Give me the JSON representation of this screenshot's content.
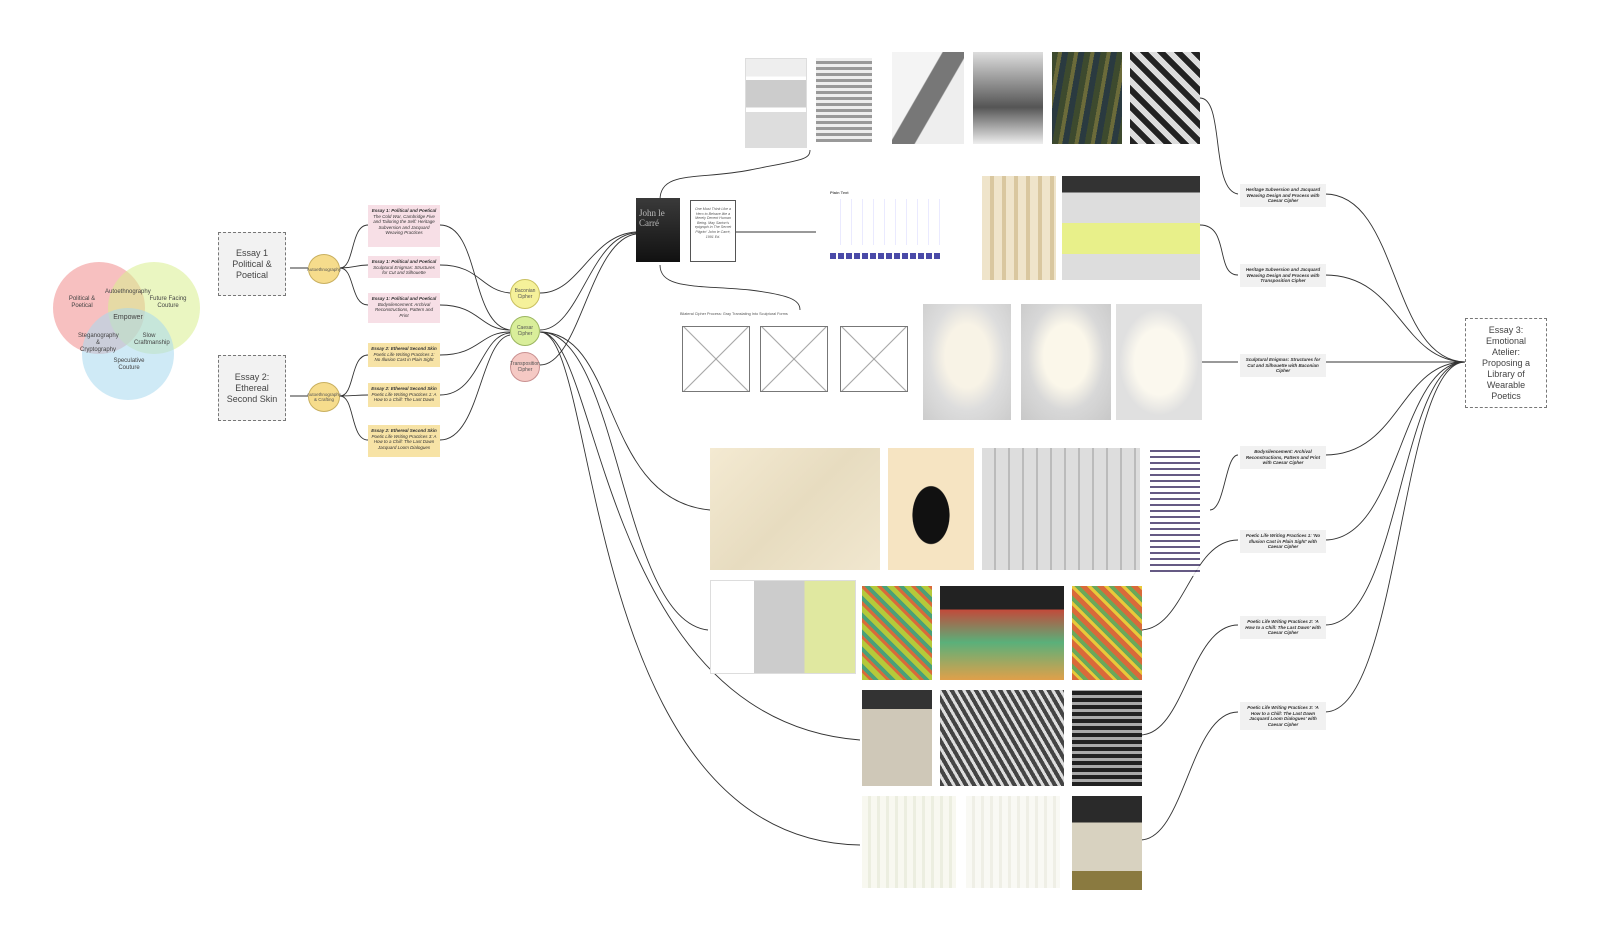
{
  "venn": {
    "political": "Political & Poetical",
    "future": "Future Facing Couture",
    "speculative": "Speculative Couture",
    "autoethnography": "Autoethnography",
    "steganography": "Steganography & Cryptography",
    "slow": "Slow Craftmanship",
    "empower": "Empower"
  },
  "essays_left": [
    {
      "label": "Essay 1 Political & Poetical"
    },
    {
      "label": "Essay 2: Ethereal Second Skin"
    }
  ],
  "method_nodes": [
    "Autoethnography",
    "Autoethnography & Crafting"
  ],
  "essay1_notes": [
    {
      "title": "Essay 1: Political and Poetical",
      "body": "The Cold War, Cambridge Five and Tailoring the Self: Heritage Subversion and Jacquard Weaving Practices"
    },
    {
      "title": "Essay 1: Political and Poetical",
      "body": "Sculptural Enigmas: Structures for Cut and Silhouette"
    },
    {
      "title": "Essay 1: Political and Poetical",
      "body": "Bodysilencement: Archival Reconstructions, Pattern and Print"
    }
  ],
  "essay2_notes": [
    {
      "title": "Essay 2: Ethereal Second Skin",
      "body": "Poetic Life Writing Practices 1: No Illusion Cast in Plain Sight"
    },
    {
      "title": "Essay 2: Ethereal Second Skin",
      "body": "Poetic Life Writing Practices 1: A How to a Chill: The Last Dawn"
    },
    {
      "title": "Essay 2: Ethereal Second Skin",
      "body": "Poetic Life Writing Practices 3: A How to a Chill: The Last Dawn Jacquard Loom Dialogues"
    }
  ],
  "ciphers": [
    "Baconian Cipher",
    "Caesar Cipher",
    "Transposition Cipher"
  ],
  "book": {
    "cover": "John le Carré",
    "quote": "One Must Think Like a Hero to Behave like a Merely Decent Human Being. May Sarton's epigraph in The Secret Pilgrim' John le Carré, 1991 Ed."
  },
  "cipher_table_title": "Plain Text",
  "sculptural_title": "Bilateral Cipher Process: Gray Translating Into Sculptural Forms",
  "right_labels": [
    "Heritage Subversion and Jacquard Weaving Design and Process with Caesar Cipher",
    "Heritage Subversion and Jacquard Weaving Design and Process with Transposition Cipher",
    "Sculptural Enigmas: Structures for Cut and Silhouette with Baconian Cipher",
    "Bodysilencement: Archival Reconstructions, Pattern and Print with Caesar Cipher",
    "Poetic Life Writing Practices 1: 'No Illusion Cast in Plain Sight' with Caesar Cipher",
    "Poetic Life Writing Practices 2: 'A How to a Chill: The Last Dawn' with Caesar Cipher",
    "Poetic Life Writing Practices 3: 'A How to a Chill: The Last Dawn Jacquard Loom Dialogues' with Caesar Cipher"
  ],
  "essay3": {
    "label": "Essay 3: Emotional Atelier: Proposing a Library of Wearable Poetics"
  },
  "colors": {
    "pink": "#f7dfe6",
    "yellow": "#f7e3a6",
    "node": "#f6dc8c",
    "cipher_yellow": "#f5f19a",
    "cipher_green": "#d9ee9a",
    "cipher_red": "#f5c9c4"
  }
}
